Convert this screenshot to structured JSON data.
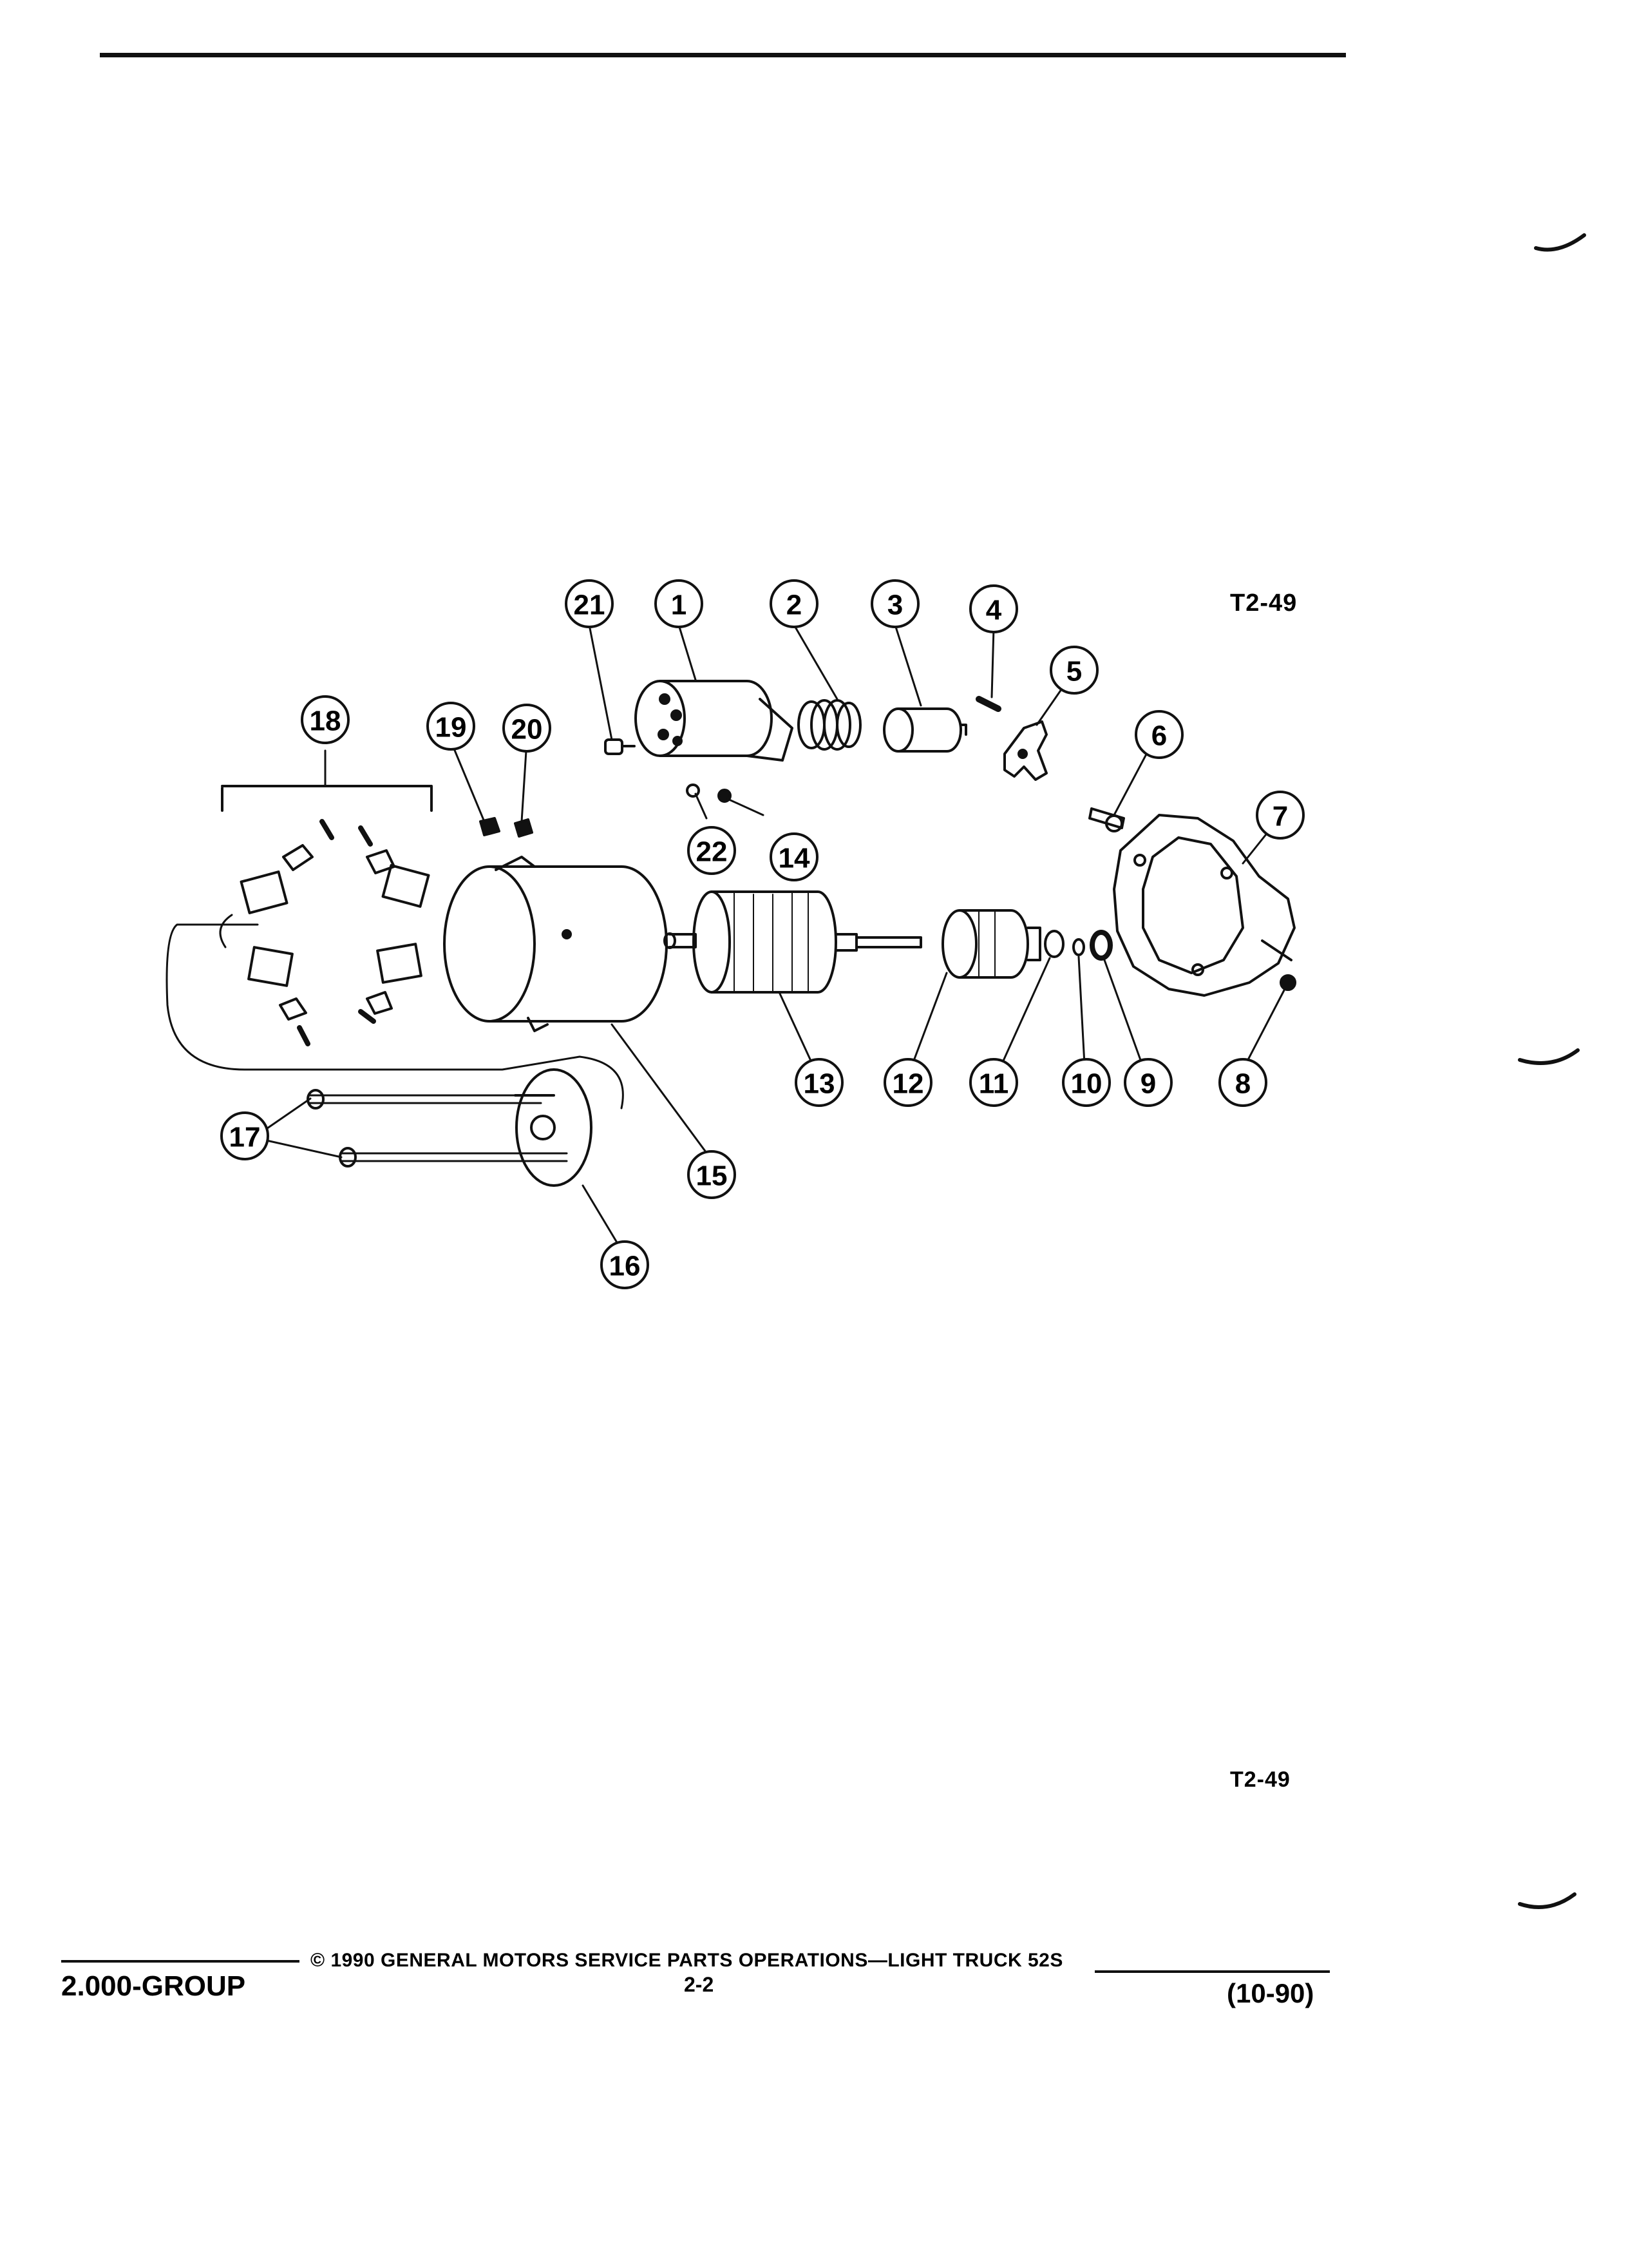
{
  "document": {
    "figure_code": "T2-49",
    "figure_code_bottom": "T2-49",
    "callouts": [
      "1",
      "2",
      "3",
      "4",
      "5",
      "6",
      "7",
      "8",
      "9",
      "10",
      "11",
      "12",
      "13",
      "14",
      "15",
      "16",
      "17",
      "18",
      "19",
      "20",
      "21",
      "22"
    ]
  },
  "footer": {
    "group": "2.000-GROUP",
    "copyright": "© 1990 GENERAL MOTORS SERVICE PARTS OPERATIONS—LIGHT TRUCK 52S",
    "page": "2-2",
    "date": "(10-90)"
  }
}
